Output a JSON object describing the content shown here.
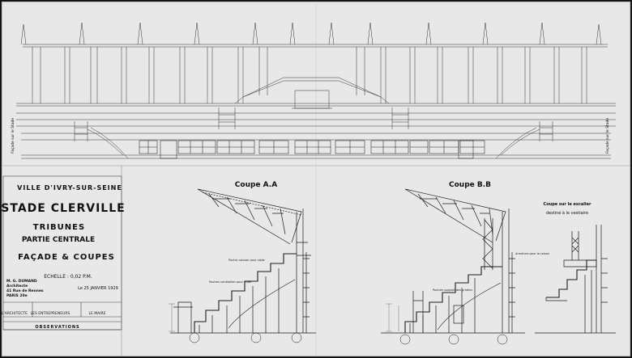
{
  "drawing": {
    "cartouche": {
      "town": "VILLE D'IVRY-SUR-SEINE",
      "title": "STADE CLERVILLE",
      "subtitle": "TRIBUNES",
      "part": "PARTIE CENTRALE",
      "content": "FAÇADE & COUPES",
      "scale": "ECHELLE : 0,02 P.M.",
      "architect_lines": [
        "M. G. DUMAND",
        "Architecte",
        "41 Rue de Rennes",
        "PARIS 20e"
      ],
      "date": "Le 25 JANVIER 1929",
      "roles": [
        "L'ARCHITECTE",
        "LES ENTREPRENEURS",
        "LE MAIRE"
      ],
      "observations": "OBSERVATIONS"
    },
    "sections": {
      "coupe_a": "Coupe A.A",
      "coupe_b": "Coupe B.B",
      "coupe_c_line1": "Coupe sur le escalier",
      "coupe_c_line2": "destiné à le vestiaire"
    },
    "facade_notes": {
      "left_vertical": "Façade sur le Stade",
      "right_vertical": "Façade sur le Stade"
    },
    "section_notes": {
      "a1": "Poutre caisson pour visée",
      "a2": "Poutres ventilation pour visée",
      "b1": "Armature pour la caisse",
      "b2": "Poutres support des gradins"
    },
    "colors": {
      "paper": "#e9e9e9",
      "ink": "#1a1a1a",
      "border": "#0d0d0d"
    }
  }
}
